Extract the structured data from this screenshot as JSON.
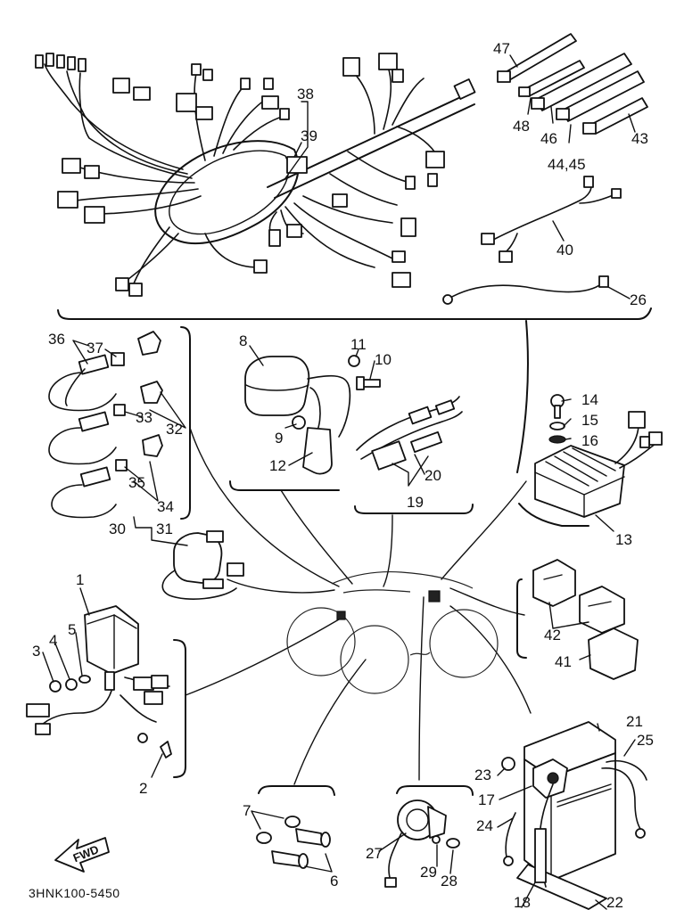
{
  "diagram": {
    "drawing_code": "3HNK100-5450",
    "fwd_label": "FWD",
    "labels": {
      "p1": "1",
      "p2": "2",
      "p3": "3",
      "p4": "4",
      "p5": "5",
      "p6": "6",
      "p7": "7",
      "p8": "8",
      "p9": "9",
      "p10": "10",
      "p11": "11",
      "p12": "12",
      "p13": "13",
      "p14": "14",
      "p15": "15",
      "p16": "16",
      "p17": "17",
      "p18": "18",
      "p19": "19",
      "p20": "20",
      "p21": "21",
      "p22": "22",
      "p23": "23",
      "p24": "24",
      "p25": "25",
      "p26": "26",
      "p27": "27",
      "p28": "28",
      "p29": "29",
      "p30": "30",
      "p31": "31",
      "p32": "32",
      "p33": "33",
      "p34": "34",
      "p35": "35",
      "p36": "36",
      "p37": "37",
      "p38": "38",
      "p39": "39",
      "p40": "40",
      "p41": "41",
      "p42": "42",
      "p43": "43",
      "p44_45": "44,45",
      "p46": "46",
      "p47": "47",
      "p48": "48"
    }
  }
}
